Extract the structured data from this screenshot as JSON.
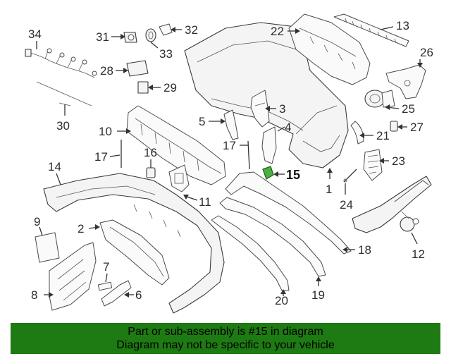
{
  "callouts": [
    {
      "id": "1",
      "label": "1"
    },
    {
      "id": "2",
      "label": "2"
    },
    {
      "id": "3",
      "label": "3"
    },
    {
      "id": "4",
      "label": "4"
    },
    {
      "id": "5",
      "label": "5"
    },
    {
      "id": "6",
      "label": "6"
    },
    {
      "id": "7",
      "label": "7"
    },
    {
      "id": "8",
      "label": "8"
    },
    {
      "id": "9",
      "label": "9"
    },
    {
      "id": "10",
      "label": "10"
    },
    {
      "id": "11",
      "label": "11"
    },
    {
      "id": "12",
      "label": "12"
    },
    {
      "id": "13",
      "label": "13"
    },
    {
      "id": "14",
      "label": "14"
    },
    {
      "id": "15",
      "label": "15"
    },
    {
      "id": "16",
      "label": "16"
    },
    {
      "id": "17a",
      "label": "17"
    },
    {
      "id": "17b",
      "label": "17"
    },
    {
      "id": "18",
      "label": "18"
    },
    {
      "id": "19",
      "label": "19"
    },
    {
      "id": "20",
      "label": "20"
    },
    {
      "id": "21",
      "label": "21"
    },
    {
      "id": "22",
      "label": "22"
    },
    {
      "id": "23",
      "label": "23"
    },
    {
      "id": "24",
      "label": "24"
    },
    {
      "id": "25",
      "label": "25"
    },
    {
      "id": "26",
      "label": "26"
    },
    {
      "id": "27",
      "label": "27"
    },
    {
      "id": "28",
      "label": "28"
    },
    {
      "id": "29",
      "label": "29"
    },
    {
      "id": "30",
      "label": "30"
    },
    {
      "id": "31",
      "label": "31"
    },
    {
      "id": "32",
      "label": "32"
    },
    {
      "id": "33",
      "label": "33"
    },
    {
      "id": "34",
      "label": "34"
    }
  ],
  "highlight_part": "15",
  "highlight_color": "#4caf3f",
  "footer": {
    "line1": "Part or sub-assembly is #15 in diagram",
    "line2": "Diagram may not be specific to your vehicle",
    "background": "#1e7a12"
  }
}
